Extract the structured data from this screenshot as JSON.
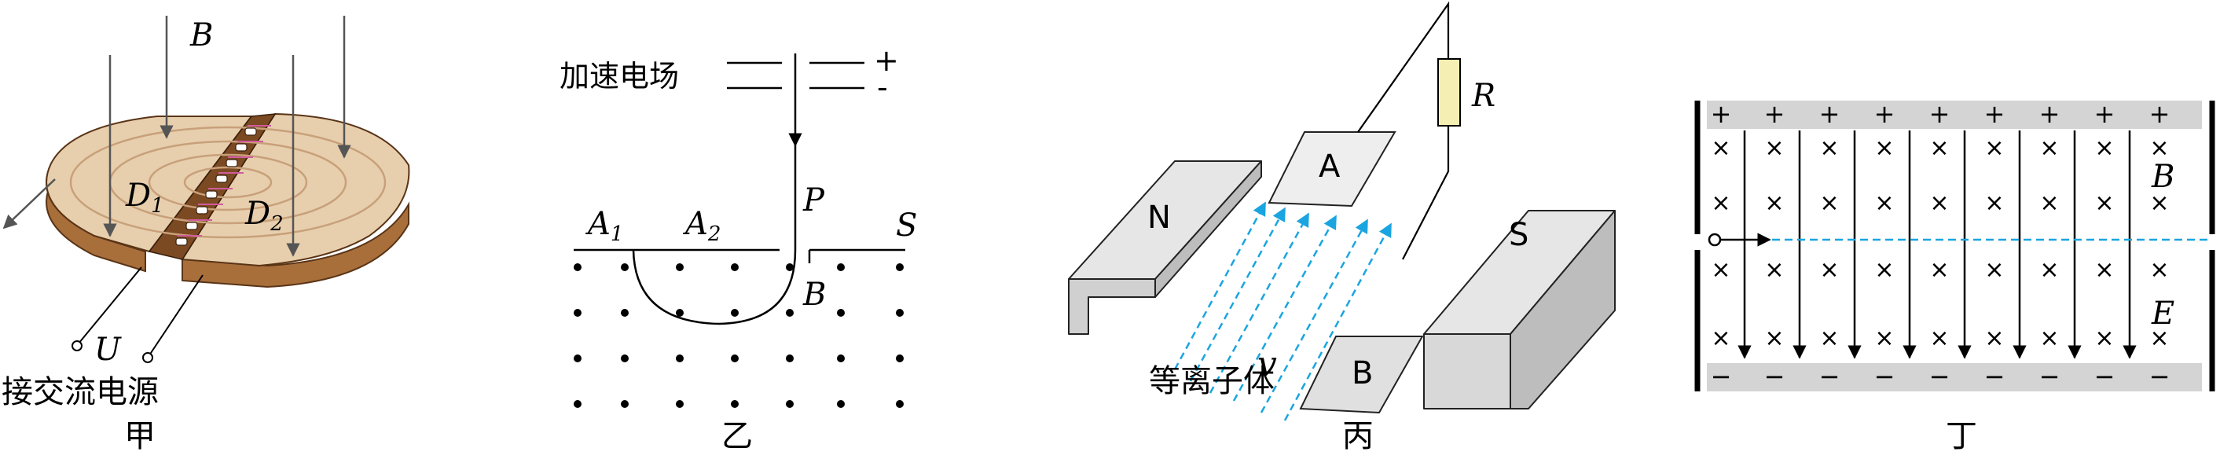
{
  "panels": {
    "jia": {
      "caption": "甲",
      "field_label": "B",
      "d1_label": "D",
      "d1_sub": "1",
      "d2_label": "D",
      "d2_sub": "2",
      "voltage_label": "U",
      "source_label": "接交流电源",
      "colors": {
        "disk_top": "#e7cfae",
        "disk_side": "#a86f3b",
        "disk_dark": "#7b4a22",
        "coil": "#d15b9f",
        "ring": "#c8a07a"
      }
    },
    "yi": {
      "caption": "乙",
      "accel_label": "加速电场",
      "plus": "+",
      "minus": "-",
      "p_label": "P",
      "a1_label": "A",
      "a1_sub": "1",
      "a2_label": "A",
      "a2_sub": "2",
      "s_label": "S",
      "b_label": "B"
    },
    "bing": {
      "caption": "丙",
      "n_label": "N",
      "s_label": "S",
      "a_label": "A",
      "b_label": "B",
      "r_label": "R",
      "v_label": "v",
      "plasma_label": "等离子体",
      "colors": {
        "magnet_face": "#e6e6e6",
        "magnet_side": "#bdbdbd",
        "plate": "#eeeeee",
        "resistor": "#f6efb4",
        "flow": "#1aa5e0"
      }
    },
    "ding": {
      "caption": "丁",
      "plus_sign": "+",
      "minus_sign": "−",
      "cross_sign": "×",
      "b_label": "B",
      "e_label": "E",
      "colors": {
        "band": "#d4d4d4",
        "beam": "#1aa5e0"
      }
    }
  }
}
